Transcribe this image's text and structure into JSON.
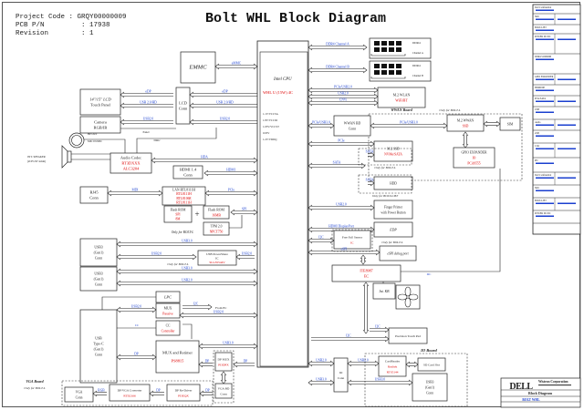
{
  "header": {
    "project_code_label": "Project Code :",
    "project_code": "GRQY00000009",
    "pcb_label": "PCB P/N",
    "pcb_value": ": 17938",
    "revision_label": "Revision",
    "revision_value": ": 1"
  },
  "title": "Bolt WHL Block Diagram",
  "cpu": {
    "label": "Intel CPU",
    "model": "WHL U (15W) 4C",
    "notes": [
      "1.1V/VCCSA",
      "1.8V/VCCIO",
      "1.05V/VCCST",
      "0.95V",
      "1.2V/VDDQ"
    ]
  },
  "blocks": {
    "emmc": "EMMC",
    "lcd": [
      "14\"/15\" LCD",
      "Touch Panel"
    ],
    "camera": [
      "Camera",
      "RGB/IR"
    ],
    "lcd_conn": [
      "LCD",
      "Conn"
    ],
    "audio": [
      "Audio Codec",
      "RT3DXXX",
      "ALC3204"
    ],
    "hp_label": [
      "Universal",
      "Jack"
    ],
    "speaker_label": [
      "INT. SPEAKER",
      "(2CH 2W 4ohm)"
    ],
    "hdmi": [
      "HDMI 1.4",
      "Conn"
    ],
    "rj45": [
      "RJ45",
      "Conn"
    ],
    "lan": [
      "LAN RTL8111H",
      "RTL8111H",
      "RTL8106E",
      "RTL8111H"
    ],
    "flash_rom_left": [
      "Flash ROM",
      "SPI",
      "8M"
    ],
    "flash_rom_right": [
      "Flash ROM",
      "16MB"
    ],
    "tpm": [
      "TPM 2.0",
      "NPCT750"
    ],
    "only_for_tpm": "Only for BOLT-L",
    "usb1": [
      "USB3",
      "(Gen1)",
      "Conn"
    ],
    "usb2": [
      "USB3",
      "(Gen1)",
      "Conn"
    ],
    "usb_power": [
      "USB PowerShare",
      "IC",
      "SLG55544V"
    ],
    "only_for_usb": "Only for BOLT-L",
    "lpc": "LPC",
    "mux": [
      "MUX",
      "Passive"
    ],
    "typec": [
      "USB",
      "Type-C",
      "(Gen1)",
      "Conn"
    ],
    "cc": [
      "CC",
      "Controller"
    ],
    "mux_retimer": [
      "MUX and Retimer",
      "PS8815"
    ],
    "from_ec": "From EC",
    "dp_mux": [
      "DP MUX",
      "PI3DPX"
    ],
    "vga_board_label": "VGA Board",
    "vga_only_for": "Only for BOLT-L",
    "vga_conn": [
      "VGA",
      "Conn"
    ],
    "dp_to_vga": [
      "DP/VGA Converter",
      "RTD2166"
    ],
    "dp_redriver": [
      "DP Re-Driver",
      "PI3EQX"
    ],
    "vga_bd_conn": [
      "VGA BD",
      "Conn"
    ],
    "ddr_a": [
      "DDR4",
      "Channel A"
    ],
    "ddr_b": [
      "DDR4",
      "Channel B"
    ],
    "m2_wlan": [
      "M.2 WLAN",
      "WiFi/BT"
    ],
    "wwan_board": "WWAN Board",
    "wwan_only": "Only for BOLT-L",
    "wwan_bd_conn": [
      "WWAN BD",
      "Conn"
    ],
    "ssd_wwan": [
      "M.2 WWAN",
      "SSD"
    ],
    "sim": "SIM",
    "gpio_expander": [
      "GPIO EXPANDER",
      "IO",
      "PCA9555"
    ],
    "m2_ssd": [
      "M.2 SSD",
      "NVMe/SATA"
    ],
    "hdd": "HDD",
    "only_for_hdd": "Only for BOLT-L/BT",
    "finger": [
      "Finger Printer",
      "with Power Button"
    ],
    "eddp": "EDP",
    "fan_sensor": [
      "Free Fall Sensor",
      "IC"
    ],
    "only_for_fan": "Only for BOLT-L",
    "ec": [
      "ITE8987",
      "EC"
    ],
    "kb": "Int. KB",
    "debug": "eSPI debug port",
    "touchpad": "Precision Touch Pad",
    "io_board_label": "IO Board",
    "io_conn": [
      "IO",
      "Conn"
    ],
    "card_reader": [
      "CardReader",
      "Realtek",
      "RTS5144"
    ],
    "sd_slot": "SD Card Slot",
    "usb_io": [
      "USB3",
      "(Gen1)",
      "Conn"
    ]
  },
  "buses": {
    "ddr_a": "DDR4 Channel A",
    "ddr_b": "DDR4 Channel B",
    "emmc": "eMMC",
    "edp": "eDP",
    "usb_lcd": "USB 2.0/HD",
    "usb_cam": "USB2.0",
    "pcie_wlan": "PCIe/USB2.0",
    "usb_wlan": "USB2.0",
    "cnvi": "CNVi",
    "pcie_wwan": "PCIe/USB3.0",
    "sata": "SATA",
    "pcie_ssd": "PCIe",
    "usb_fp": "USB2.0",
    "pcie_hdd": "SATA",
    "hda": "HDA",
    "hdmi": "HDMI",
    "pcie_lan": "PCIe",
    "spi": "SPI",
    "usb3_1": "USB3.0",
    "usb2_1": "USB2.0",
    "usb3_2": "USB3.0",
    "usb2_2": "USB2.0",
    "i2c": "I2C",
    "espi": "eSPI",
    "usb_typec": "USB3.0",
    "dp_typec": "DP",
    "usb2_typec": "USB2.0",
    "usb_io1": "USB2.0",
    "usb_io2": "USB3.0"
  },
  "rev_table": {
    "rows": [
      "Dell Confidential",
      "SKU",
      "BOLT-L/BT",
      "POWER DC/DC",
      "DDR4 SODIMM",
      "GPIO EXPANDER",
      "HDMI/DP",
      "PCIe/SATA",
      "USB",
      "Audio",
      "eSPI",
      "CLK",
      "PD"
    ]
  },
  "footer": {
    "company": "DELL",
    "corporation": "Wistron Corporation",
    "doc_title": "Block Diagram",
    "model": "BOLT WHL"
  }
}
